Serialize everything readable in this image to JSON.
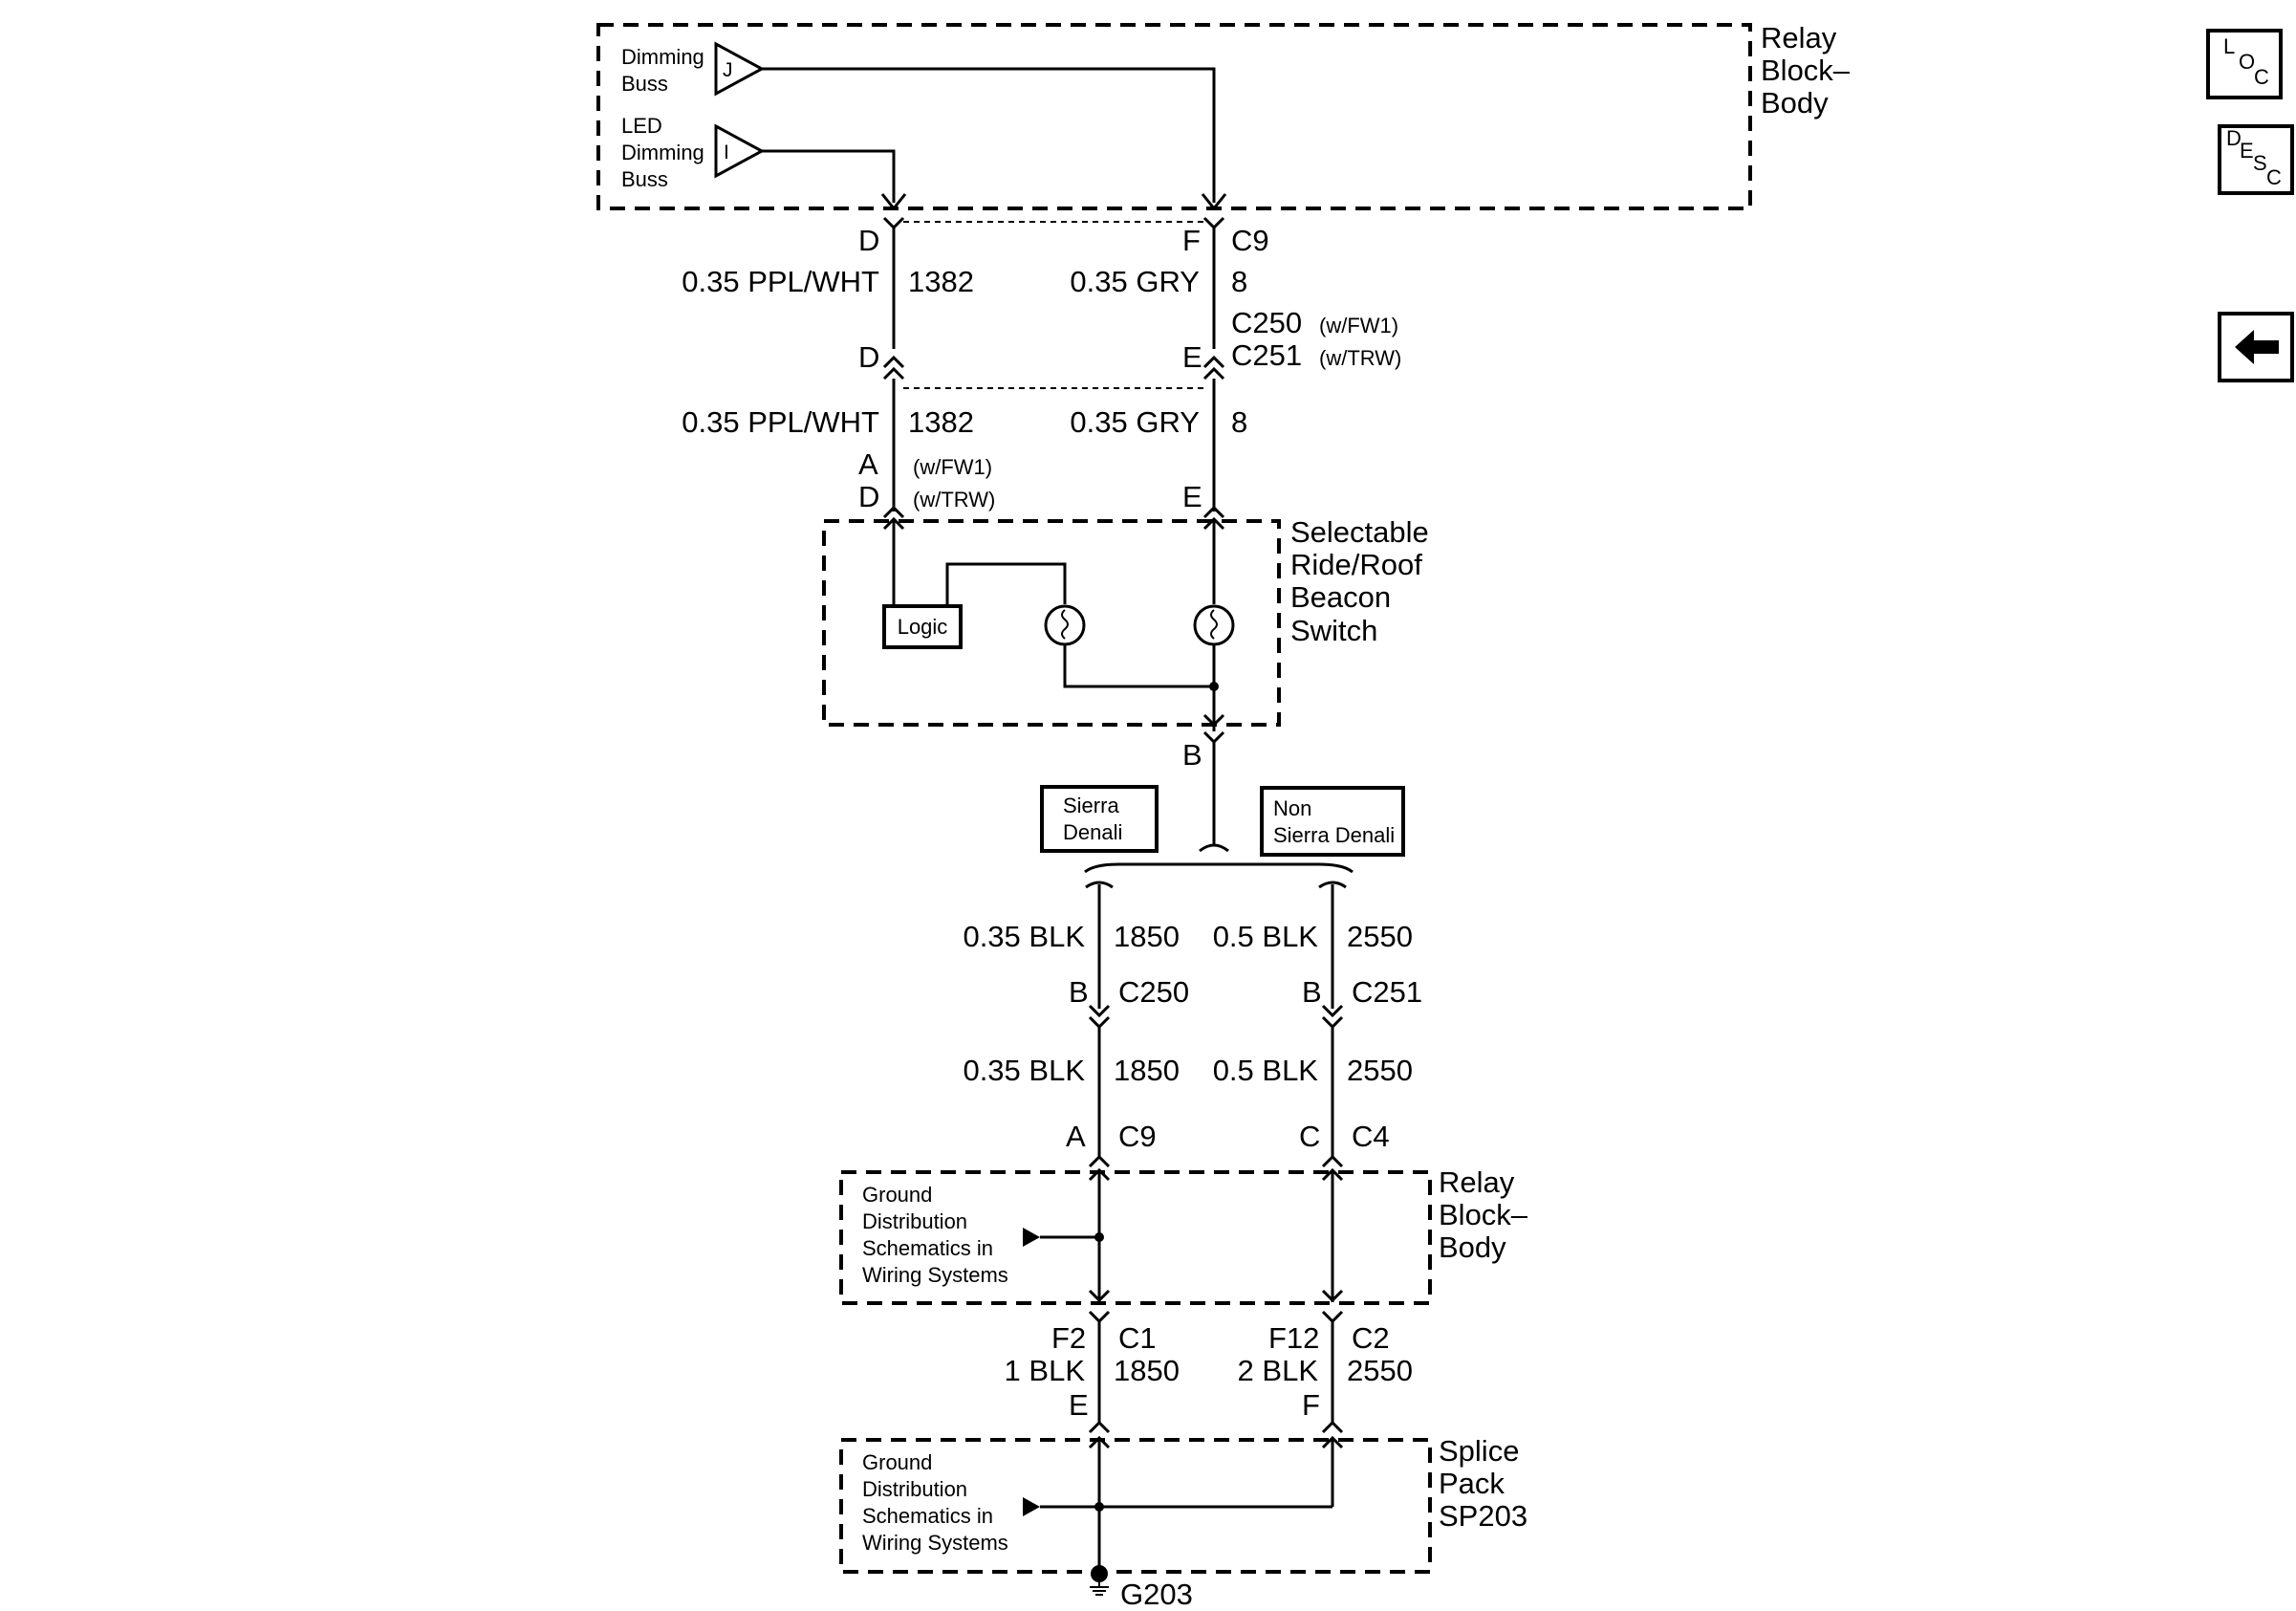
{
  "components": {
    "relay_block_top": {
      "label_lines": [
        "Relay",
        "Block–",
        "Body"
      ]
    },
    "switch": {
      "label_lines": [
        "Selectable",
        "Ride/Roof",
        "Beacon",
        "Switch"
      ],
      "logic_label": "Logic"
    },
    "relay_block_bottom": {
      "label_lines": [
        "Relay",
        "Block–",
        "Body"
      ]
    },
    "splice_pack": {
      "label_lines": [
        "Splice",
        "Pack",
        "SP203"
      ]
    },
    "ground": {
      "label": "G203"
    }
  },
  "inputs": {
    "dimming_buss": {
      "lines": [
        "Dimming",
        "Buss"
      ],
      "pin": "J"
    },
    "led_dimming_buss": {
      "lines": [
        "LED",
        "Dimming",
        "Buss"
      ],
      "pin": "I"
    }
  },
  "ground_refs": [
    {
      "lines": [
        "Ground",
        "Distribution",
        "Schematics in",
        "Wiring Systems"
      ]
    },
    {
      "lines": [
        "Ground",
        "Distribution",
        "Schematics in",
        "Wiring Systems"
      ]
    }
  ],
  "options": {
    "sierra_denali": [
      "Sierra",
      "Denali"
    ],
    "non_sierra_denali": [
      "Non",
      "Sierra Denali"
    ]
  },
  "connectors": {
    "top_left_pin": "D",
    "top_right_pin": "F",
    "top_connector": "C9",
    "mid_left_pin": "D",
    "mid_right_pin": "E",
    "mid_connector_1": "C250",
    "mid_connector_1_note": "(w/FW1)",
    "mid_connector_2": "C251",
    "mid_connector_2_note": "(w/TRW)",
    "sw_left_pin_a": "A",
    "sw_left_pin_a_note": "(w/FW1)",
    "sw_left_pin_d": "D",
    "sw_left_pin_d_note": "(w/TRW)",
    "sw_right_pin": "E",
    "sw_bottom_pin": "B",
    "left_c250_pin": "B",
    "left_c250": "C250",
    "right_c251_pin": "B",
    "right_c251": "C251",
    "rb_left_pin": "A",
    "rb_left_conn": "C9",
    "rb_right_pin": "C",
    "rb_right_conn": "C4",
    "rb_out_left_pin": "F2",
    "rb_out_left_conn": "C1",
    "rb_out_right_pin": "F12",
    "rb_out_right_conn": "C2",
    "sp_left_pin": "E",
    "sp_right_pin": "F"
  },
  "wires": {
    "w1_left": {
      "spec": "0.35 PPL/WHT",
      "circuit": "1382"
    },
    "w1_right": {
      "spec": "0.35 GRY",
      "circuit": "8"
    },
    "w2_left": {
      "spec": "0.35 PPL/WHT",
      "circuit": "1382"
    },
    "w2_right": {
      "spec": "0.35 GRY",
      "circuit": "8"
    },
    "w3_left": {
      "spec": "0.35 BLK",
      "circuit": "1850"
    },
    "w3_right": {
      "spec": "0.5 BLK",
      "circuit": "2550"
    },
    "w4_left": {
      "spec": "0.35 BLK",
      "circuit": "1850"
    },
    "w4_right": {
      "spec": "0.5 BLK",
      "circuit": "2550"
    },
    "w5_left": {
      "spec": "1 BLK",
      "circuit": "1850"
    },
    "w5_right": {
      "spec": "2 BLK",
      "circuit": "2550"
    }
  },
  "nav": {
    "loc": {
      "main": "L",
      "sub1": "O",
      "sub2": "C"
    },
    "desc": {
      "main": "D",
      "sub1": "E",
      "sub2": "S",
      "sub3": "C"
    }
  },
  "icons": [
    "loc-icon",
    "desc-icon",
    "back-arrow-icon",
    "bulb-icon",
    "ground-icon"
  ]
}
